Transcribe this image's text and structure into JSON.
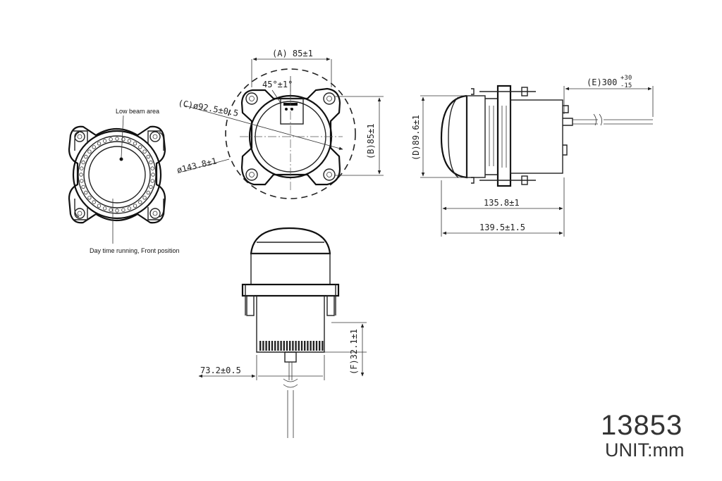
{
  "front_view": {
    "labels": {
      "low_beam": "Low beam area",
      "day_running": "Day time running, Front position"
    }
  },
  "top_view": {
    "dims": {
      "a": "(A) 85±1",
      "angle": "45°±1°",
      "c": "(C)ø92.5±0.5",
      "b": "(B)85±1",
      "outer": "ø143.8±1"
    }
  },
  "side_view": {
    "dims": {
      "d": "(D)89.6±1",
      "e": "(E)300",
      "e_plus": "+30",
      "e_minus": "-15",
      "len1": "135.8±1",
      "len2": "139.5±1.5"
    }
  },
  "bottom_view": {
    "dims": {
      "width": "73.2±0.5",
      "f": "(F)32.1±1"
    }
  },
  "footer": {
    "part_number": "13853",
    "unit": "UNIT:mm"
  }
}
